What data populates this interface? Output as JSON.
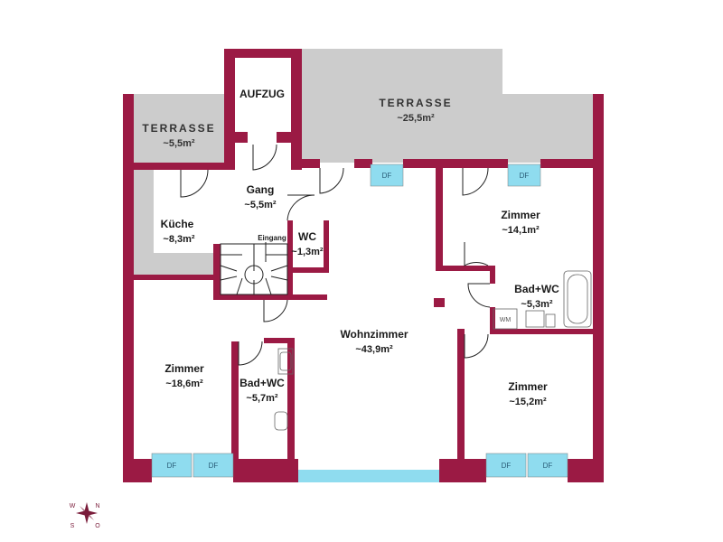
{
  "plan": {
    "terrace_left": {
      "label": "TERRASSE",
      "area": "~5,5m²"
    },
    "terrace_top": {
      "label": "TERRASSE",
      "area": "~25,5m²"
    },
    "elevator": {
      "label": "AUFZUG"
    },
    "hall": {
      "label": "Gang",
      "area": "~5,5m²"
    },
    "kitchen": {
      "label": "Küche",
      "area": "~8,3m²"
    },
    "wc": {
      "label": "WC",
      "area": "~1,3m²"
    },
    "entrance": {
      "label": "Eingang"
    },
    "room_ne": {
      "label": "Zimmer",
      "area": "~14,1m²"
    },
    "bath_e": {
      "label": "Bad+WC",
      "area": "~5,3m²"
    },
    "washer": {
      "label": "WM"
    },
    "living": {
      "label": "Wohnzimmer",
      "area": "~43,9m²"
    },
    "room_w": {
      "label": "Zimmer",
      "area": "~18,6m²"
    },
    "bath_w": {
      "label": "Bad+WC",
      "area": "~5,7m²"
    },
    "room_se": {
      "label": "Zimmer",
      "area": "~15,2m²"
    },
    "skylights": [
      "DF",
      "DF",
      "DF",
      "DF",
      "DF",
      "DF"
    ],
    "compass": {
      "n": "N",
      "e": "O",
      "s": "S",
      "w": "W"
    }
  },
  "colors": {
    "wall": "#9b1a44",
    "terrace": "#cccccc",
    "skylight": "#8fdcef",
    "window": "#8fdcef"
  }
}
